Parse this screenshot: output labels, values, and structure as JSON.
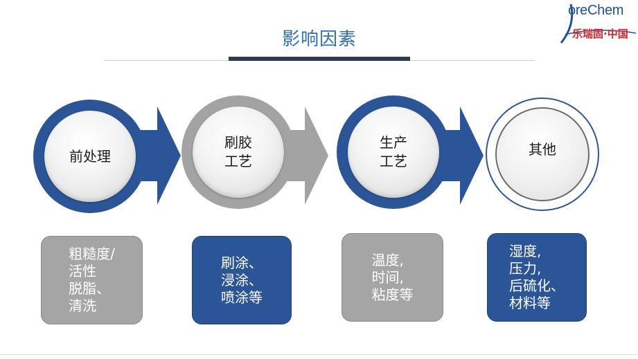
{
  "logo": {
    "brand_en": "oreChem",
    "brand_cn": "乐瑞固·中国"
  },
  "title": "影响因素",
  "steps": [
    {
      "label_line1": "前处理",
      "label_line2": ""
    },
    {
      "label_line1": "刷胶",
      "label_line2": "工艺"
    },
    {
      "label_line1": "生产",
      "label_line2": "工艺"
    },
    {
      "label_line1": "其他",
      "label_line2": ""
    }
  ],
  "boxes": [
    {
      "text": "粗糙度/\n活性\n脱脂、\n清洗"
    },
    {
      "text": "刷涂、\n浸涂、\n喷涂等"
    },
    {
      "text": "温度,\n时间,\n粘度等"
    },
    {
      "text": "湿度,\n压力,\n后硫化、\n材料等"
    }
  ],
  "colors": {
    "accent_blue": "#2c5597",
    "step_gray": "#a3a3a3",
    "title_blue": "#2f6db5",
    "logo_red": "#d8232a"
  }
}
